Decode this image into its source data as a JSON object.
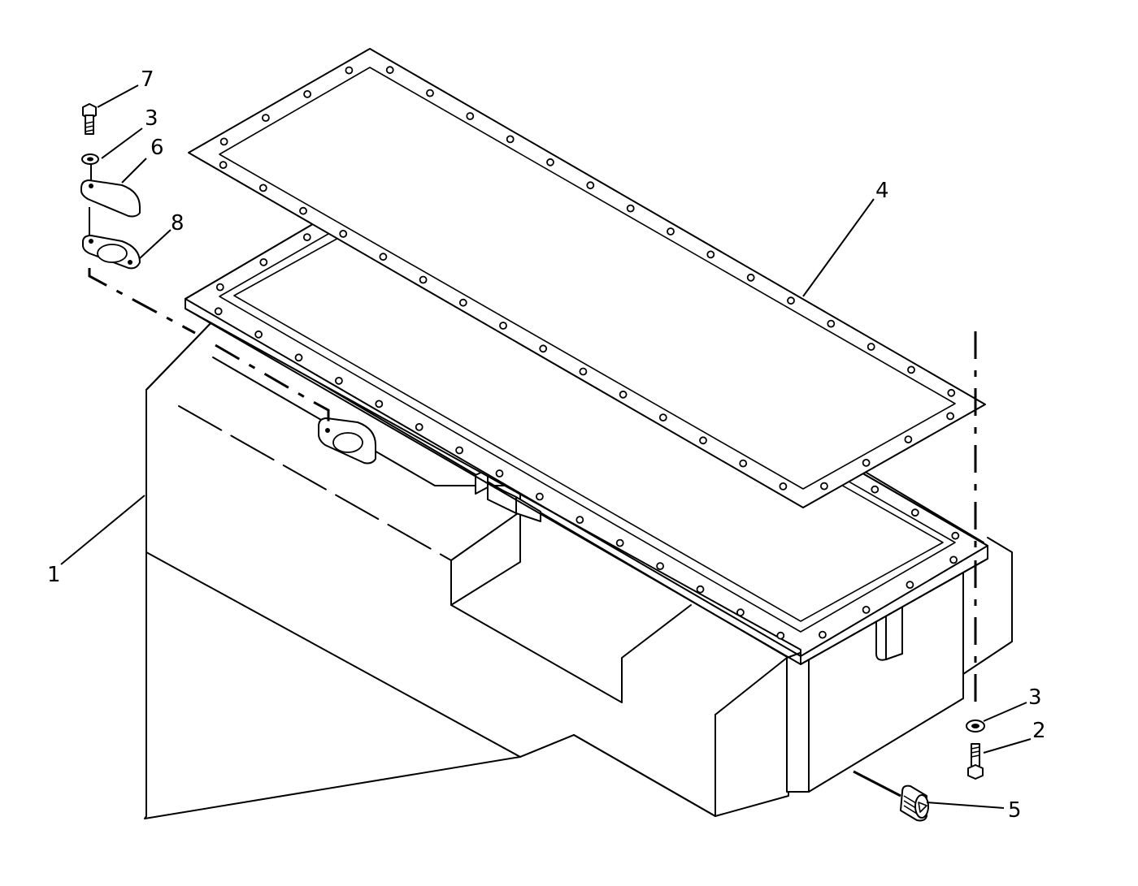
{
  "callouts": [
    {
      "id": "1",
      "text": "1"
    },
    {
      "id": "2",
      "text": "2"
    },
    {
      "id": "3a",
      "text": "3"
    },
    {
      "id": "3b",
      "text": "3"
    },
    {
      "id": "4",
      "text": "4"
    },
    {
      "id": "5",
      "text": "5"
    },
    {
      "id": "6",
      "text": "6"
    },
    {
      "id": "7",
      "text": "7"
    },
    {
      "id": "8",
      "text": "8"
    }
  ]
}
